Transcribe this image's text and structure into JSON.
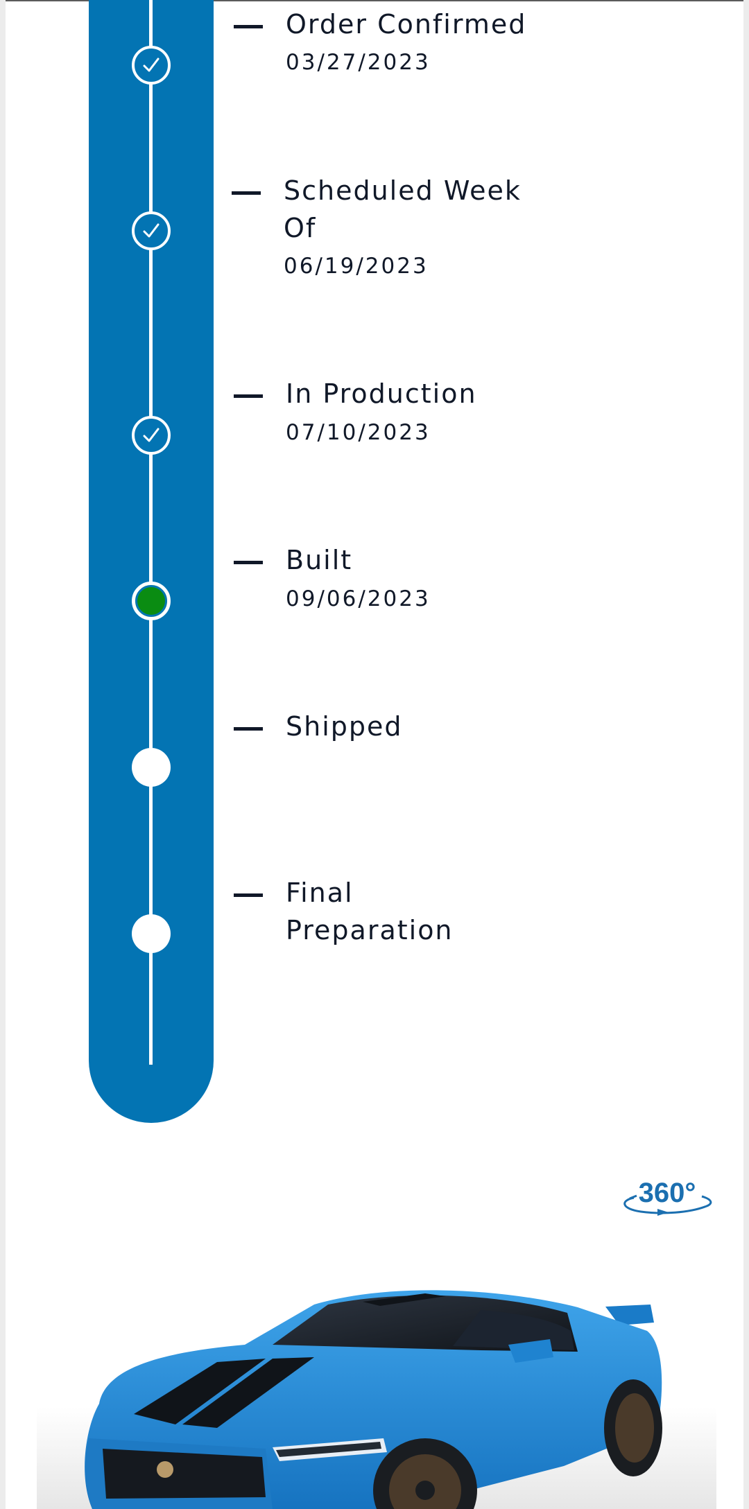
{
  "timeline": {
    "steps": [
      {
        "title": "Order Confirmed",
        "date": "03/27/2023",
        "status": "complete"
      },
      {
        "title": "Scheduled Week Of",
        "date": "06/19/2023",
        "status": "complete"
      },
      {
        "title": "In Production",
        "date": "07/10/2023",
        "status": "complete"
      },
      {
        "title": "Built",
        "date": "09/06/2023",
        "status": "current"
      },
      {
        "title": "Shipped",
        "date": "",
        "status": "pending"
      },
      {
        "title": "Final Preparation",
        "date": "",
        "status": "pending"
      }
    ]
  },
  "viewer": {
    "badge_label": "360°"
  },
  "colors": {
    "rail": "#0374b3",
    "current_node": "#0a8c12",
    "text": "#101828",
    "car_body": "#1c8ad4"
  }
}
